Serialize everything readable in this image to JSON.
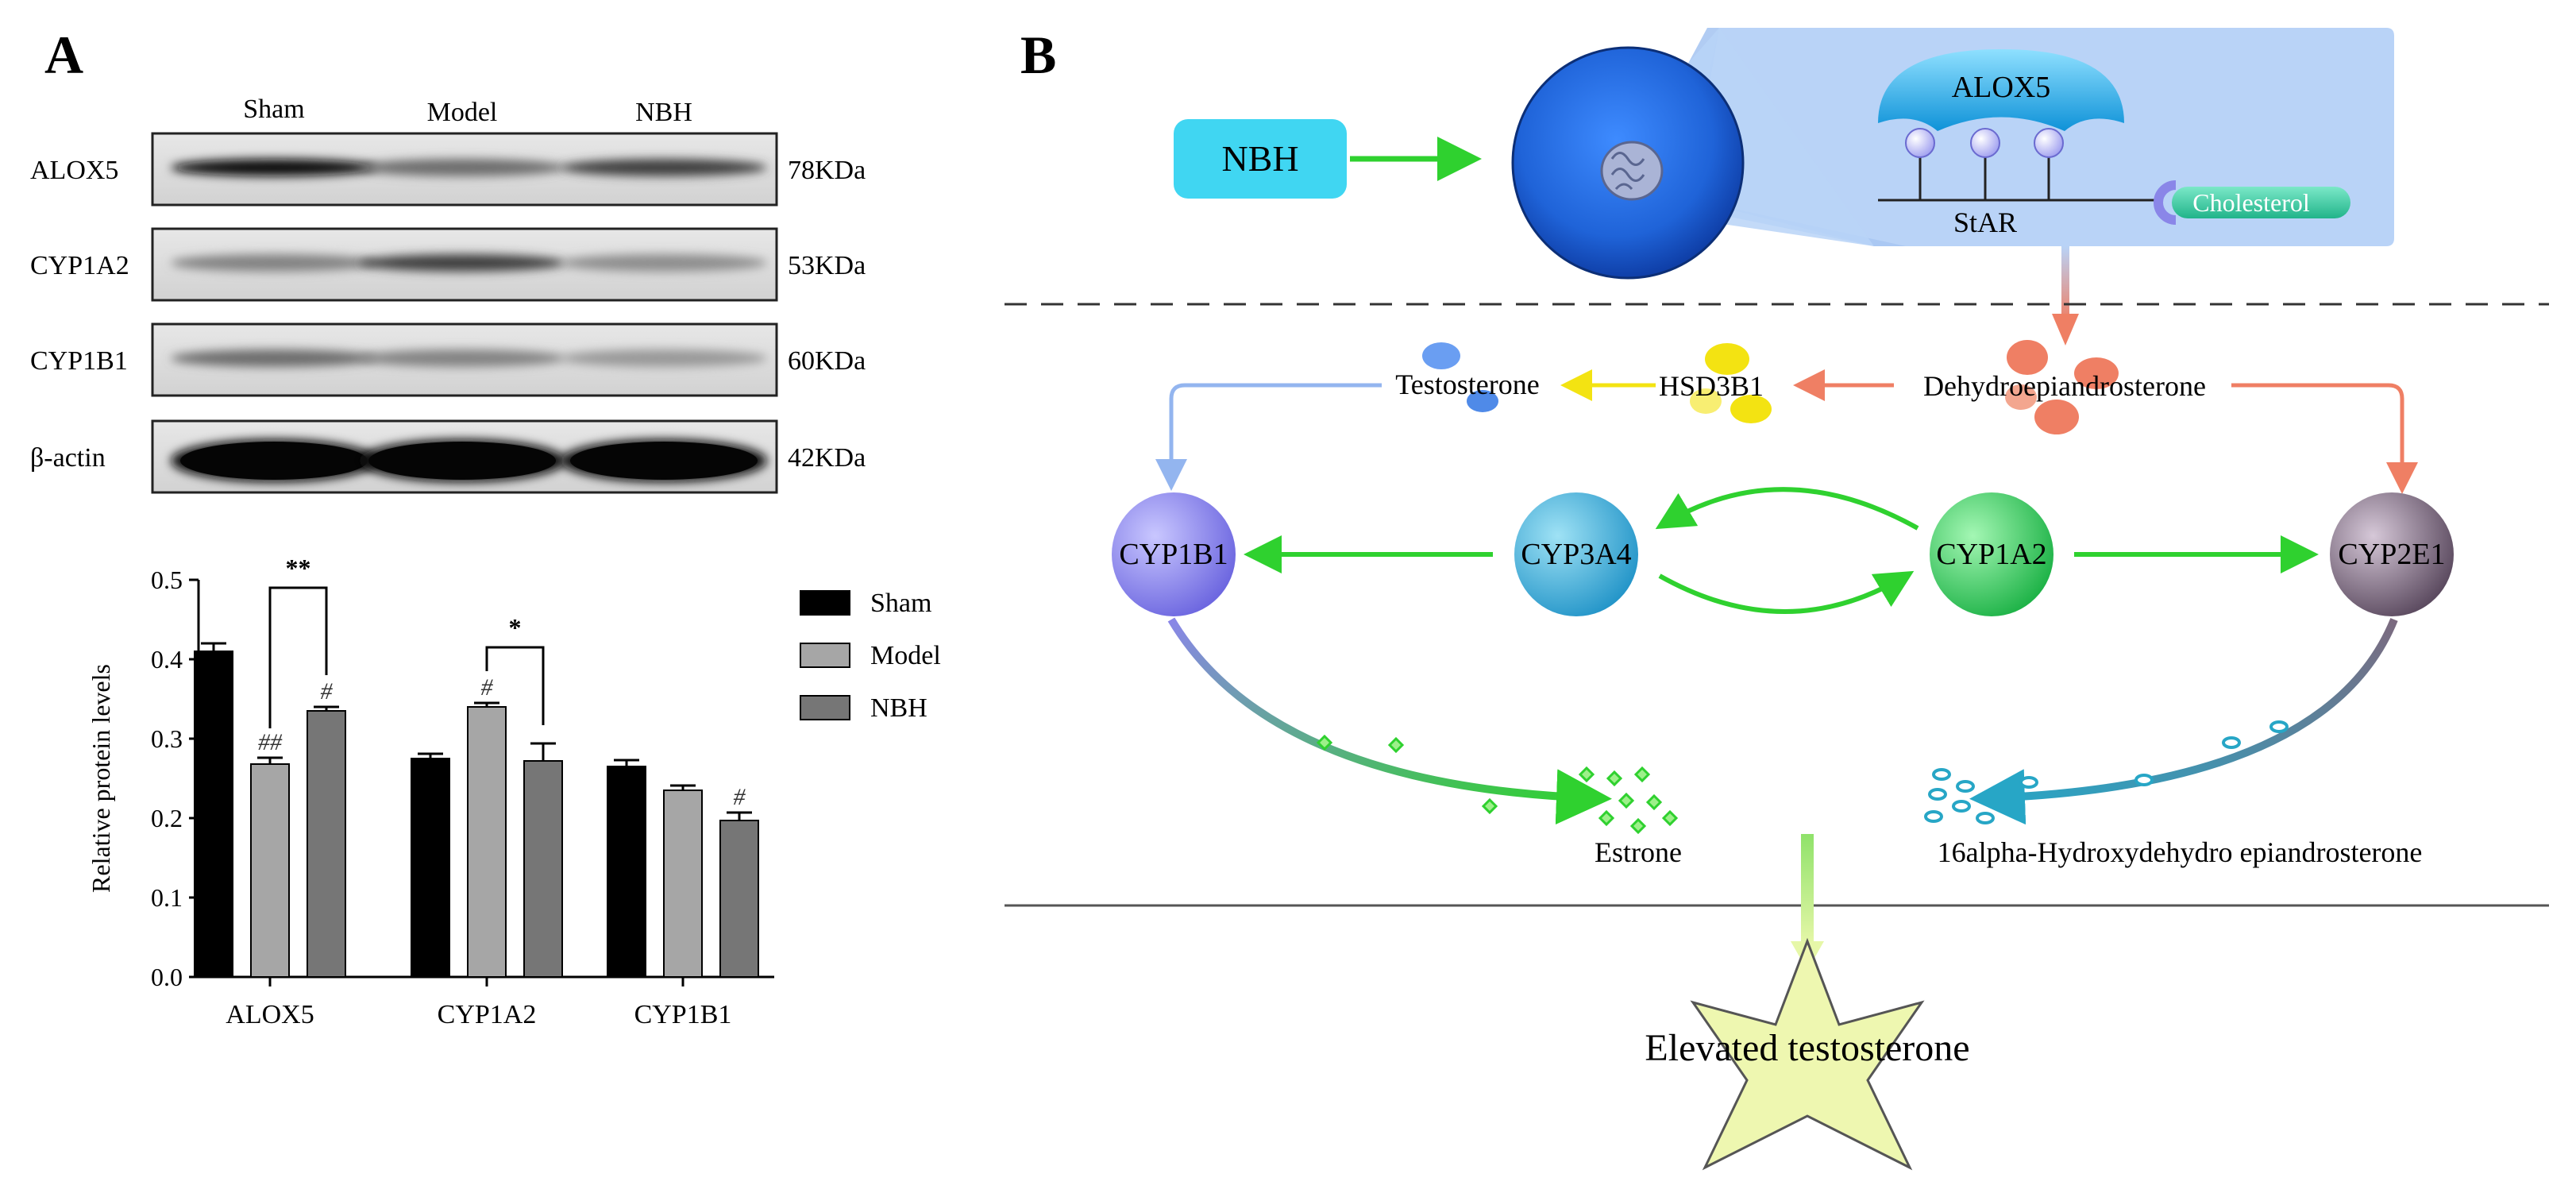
{
  "panel_a": {
    "label": "A",
    "blot": {
      "columns": [
        "Sham",
        "Model",
        "NBH"
      ],
      "rows": [
        {
          "protein": "ALOX5",
          "size": "78KDa",
          "intensity": [
            1.0,
            0.55,
            0.75
          ]
        },
        {
          "protein": "CYP1A2",
          "size": "53KDa",
          "intensity": [
            0.45,
            0.75,
            0.4
          ]
        },
        {
          "protein": "CYP1B1",
          "size": "60KDa",
          "intensity": [
            0.55,
            0.45,
            0.35
          ]
        },
        {
          "protein": "β-actin",
          "size": "42KDa",
          "intensity": [
            1.0,
            1.0,
            1.0
          ]
        }
      ]
    }
  },
  "chart_data": {
    "type": "bar",
    "categories": [
      "ALOX5",
      "CYP1A2",
      "CYP1B1"
    ],
    "series": [
      {
        "name": "Sham",
        "values": [
          0.41,
          0.275,
          0.265
        ],
        "errors": [
          0.01,
          0.006,
          0.008
        ],
        "color": "#000000"
      },
      {
        "name": "Model",
        "values": [
          0.268,
          0.34,
          0.235
        ],
        "errors": [
          0.008,
          0.005,
          0.006
        ],
        "color": "#a6a6a6"
      },
      {
        "name": "NBH",
        "values": [
          0.335,
          0.272,
          0.197
        ],
        "errors": [
          0.005,
          0.022,
          0.01
        ],
        "color": "#767676"
      }
    ],
    "ylabel": "Relative protein levels",
    "xlabel": "",
    "ylim": [
      0,
      0.5
    ],
    "yticks": [
      "0.0",
      "0.1",
      "0.2",
      "0.3",
      "0.4",
      "0.5"
    ],
    "legend_position": "right",
    "annotations": [
      {
        "category": 0,
        "series": 1,
        "text": "##"
      },
      {
        "category": 0,
        "series": 2,
        "text": "#"
      },
      {
        "category": 1,
        "series": 1,
        "text": "#"
      },
      {
        "category": 2,
        "series": 2,
        "text": "#"
      }
    ],
    "brackets": [
      {
        "category": 0,
        "from_series": 1,
        "to_series": 2,
        "text": "**"
      },
      {
        "category": 1,
        "from_series": 1,
        "to_series": 2,
        "text": "*"
      }
    ]
  },
  "panel_b": {
    "label": "B",
    "nbh": "NBH",
    "alox5": "ALOX5",
    "star": "StAR",
    "cholesterol": "Cholesterol",
    "testosterone": "Testosterone",
    "hsd3b1": "HSD3B1",
    "dhea": "Dehydroepiandrosterone",
    "cyp1b1": "CYP1B1",
    "cyp3a4": "CYP3A4",
    "cyp1a2": "CYP1A2",
    "cyp2e1": "CYP2E1",
    "estrone": "Estrone",
    "hydroxy": "16alpha-Hydroxydehydro epiandrosterone",
    "elevated": "Elevated testosterone",
    "colors": {
      "nbh_box": "#40d6f2",
      "panel_bg": "#b9d3f7",
      "alox5_cap": "#1aa7e8",
      "cell_blue": "#1f63d8",
      "green_arrow": "#2fd12f",
      "orange": "#ef7f64",
      "yellow": "#f3e312",
      "cyp1b1": "#8a86e8",
      "cyp3a4": "#38aedb",
      "cyp1a2": "#35d25f",
      "cyp2e1": "#7c6a7f",
      "star": "#eef7b0"
    }
  }
}
